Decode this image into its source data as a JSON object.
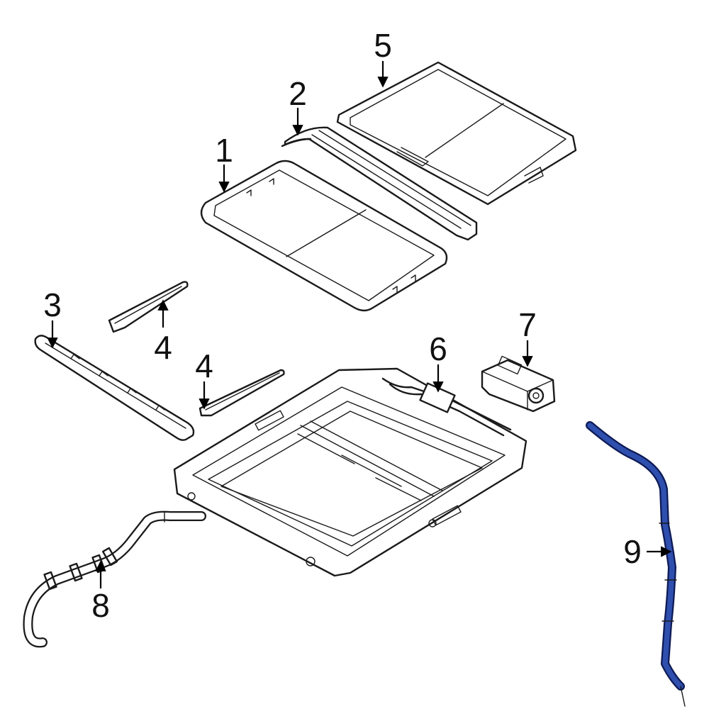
{
  "diagram": {
    "callouts": {
      "c1": "1",
      "c2": "2",
      "c3": "3",
      "c4a": "4",
      "c4b": "4",
      "c5": "5",
      "c6": "6",
      "c7": "7",
      "c8": "8",
      "c9": "9"
    },
    "colors": {
      "line": "#1a1a1a",
      "highlight": "#2f4fae",
      "highlight_outline": "#0d1a55",
      "background": "#ffffff"
    }
  }
}
